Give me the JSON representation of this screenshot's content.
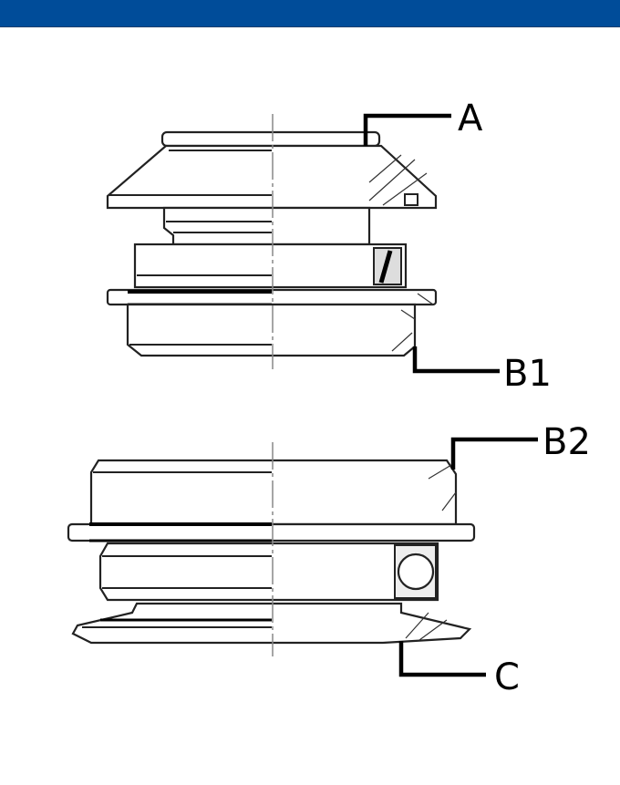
{
  "header": {
    "color": "#004c99"
  },
  "diagram": {
    "callouts": [
      {
        "id": "A",
        "label": "A"
      },
      {
        "id": "B1",
        "label": "B1"
      },
      {
        "id": "B2",
        "label": "B2"
      },
      {
        "id": "C",
        "label": "C"
      }
    ]
  }
}
